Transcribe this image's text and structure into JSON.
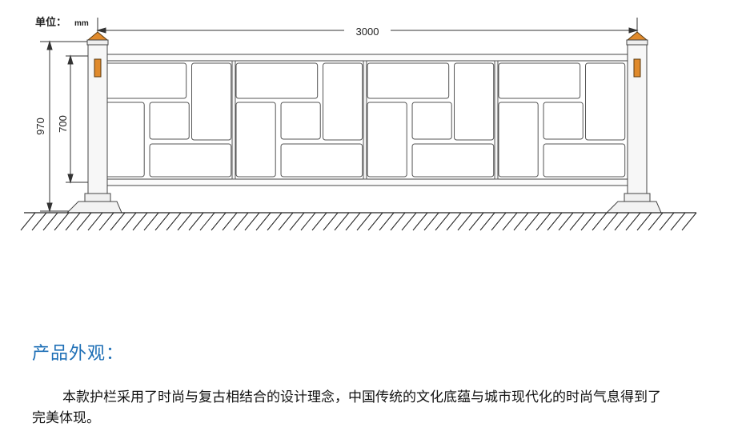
{
  "drawing": {
    "unit_label": "单位：",
    "unit_value": "mm",
    "width_dim": "3000",
    "total_height_dim": "970",
    "panel_height_dim": "700",
    "post_cap_color": "#e08a2c",
    "line_color": "#333333"
  },
  "section": {
    "title": "产品外观：",
    "description": "本款护栏采用了时尚与复古相结合的设计理念，中国传统的文化底蕴与城市现代化的时尚气息得到了完美体现。"
  }
}
